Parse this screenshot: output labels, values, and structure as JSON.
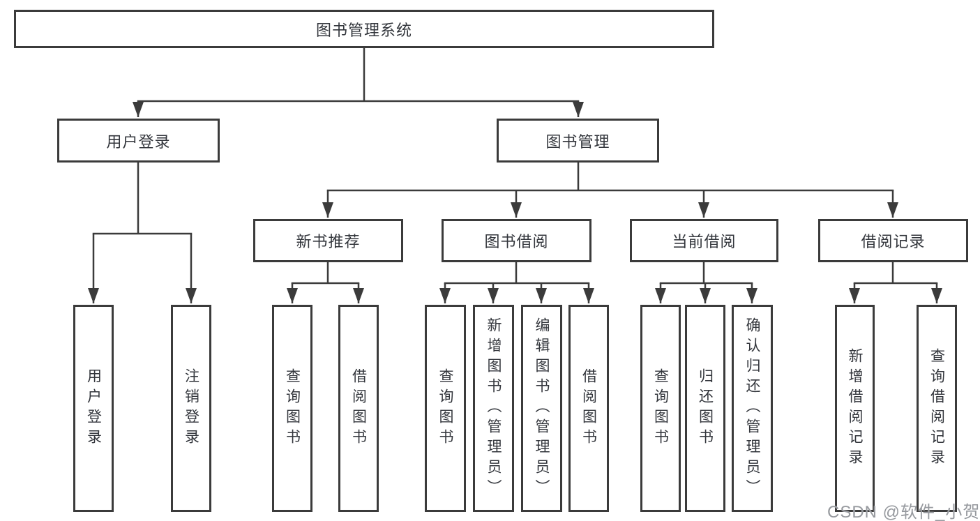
{
  "colors": {
    "line": "#3b3b3b",
    "text": "#33363c",
    "background": "#ffffff",
    "watermark": "#96999e"
  },
  "tree": {
    "root": {
      "label": "图书管理系统",
      "children": [
        {
          "label": "用户登录",
          "children": [
            {
              "label": "用户登录"
            },
            {
              "label": "注销登录"
            }
          ]
        },
        {
          "label": "图书管理",
          "children": [
            {
              "label": "新书推荐",
              "children": [
                {
                  "label": "查询图书"
                },
                {
                  "label": "借阅图书"
                }
              ]
            },
            {
              "label": "图书借阅",
              "children": [
                {
                  "label": "查询图书"
                },
                {
                  "label": "新增图书（管理员）"
                },
                {
                  "label": "编辑图书（管理员）"
                },
                {
                  "label": "借阅图书"
                }
              ]
            },
            {
              "label": "当前借阅",
              "children": [
                {
                  "label": "查询图书"
                },
                {
                  "label": "归还图书"
                },
                {
                  "label": "确认归还（管理员）"
                }
              ]
            },
            {
              "label": "借阅记录",
              "children": [
                {
                  "label": "新增借阅记录"
                },
                {
                  "label": "查询借阅记录"
                }
              ]
            }
          ]
        }
      ]
    }
  },
  "watermark": {
    "text": "CSDN @软件_小贺同学"
  }
}
